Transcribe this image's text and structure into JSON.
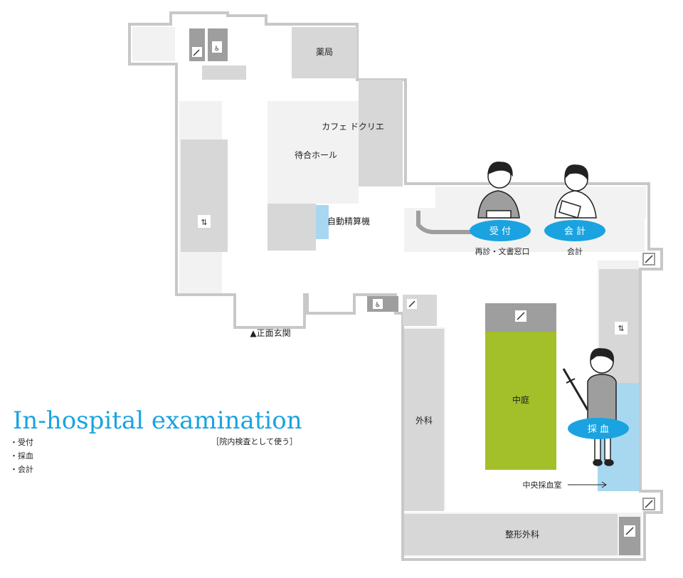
{
  "rooms": {
    "pharmacy": "薬局",
    "cafe": "カフェ ドクリエ",
    "waiting_hall": "待合ホール",
    "payment_machine": "自動精算機",
    "reception_window_label": "再診・文書窓口",
    "accounting_label": "会計",
    "main_entrance": "▲正面玄関",
    "surgery": "外科",
    "courtyard": "中庭",
    "central_blood_room": "中央採血室",
    "orthopedics": "整形外科"
  },
  "bubbles": {
    "reception": "受 付",
    "accounting": "会 計",
    "blood_draw": "採 血"
  },
  "title": "In-hospital examination",
  "subtitle": "［院内検査として使う］",
  "legend": [
    "・受付",
    "・採血",
    "・会計"
  ],
  "colors": {
    "accent_blue": "#1aa3e0",
    "courtyard_green": "#a3bf2a",
    "light_blue": "#a8d8f0",
    "room_gray": "#d7d7d7",
    "floor_light": "#f2f2f2",
    "wall": "#c8c8c8"
  },
  "icons": [
    "restroom-icon",
    "elevator-icon",
    "escalator-icon",
    "stairs-icon"
  ]
}
